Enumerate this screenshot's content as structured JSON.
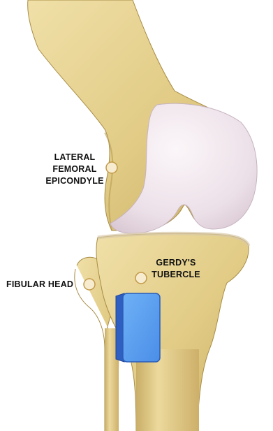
{
  "labels": {
    "lateral_femoral_epicondyle": [
      "LATERAL",
      "FEMORAL",
      "EPICONDYLE"
    ],
    "gerdys_tubercle": [
      "GERDY'S",
      "TUBERCLE"
    ],
    "fibular_head": "FIBULAR HEAD"
  },
  "icons": {
    "landmark": "landmark-dot-icon",
    "implant": "blue-block-icon"
  },
  "colors": {
    "bone": "#e3cf8c",
    "bone_shadow": "#b99d53",
    "cartilage": "#f1e7ee",
    "landmark_dot": "#f7ecd0",
    "landmark_dot_edge": "#c29a4a",
    "block_front": "#5a9ff0",
    "block_side": "#2f5fc0",
    "text": "#111111"
  }
}
